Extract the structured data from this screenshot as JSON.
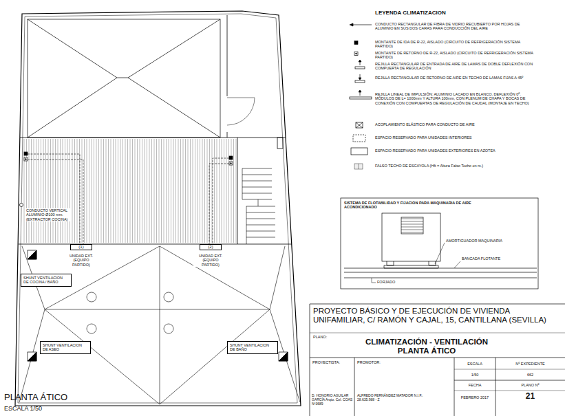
{
  "diagram": {
    "title": "PLANTA ÁTICO",
    "nodes": [
      {
        "text": [
          "(1)",
          "UNIDAD EXT. (EQUIPO PARTIDO)"
        ]
      },
      {
        "text": [
          "(2)",
          "UNIDAD EXT. (EQUIPO PARTIDO)"
        ]
      },
      {
        "text": [
          "SHUNT VENTILACION DE COCINA / BAÑO"
        ]
      },
      {
        "text": [
          "SHUNT VENTILACION DE ASEO"
        ]
      },
      {
        "text": [
          "SHUNT VENTILACION DE BAÑO"
        ]
      }
    ],
    "labels": [
      "CONDUCTO VERTICAL ALUMINIO Ø100 mm. (EXTRACTOR COCINA)",
      "LEYENDA CLIMATIZACION",
      "SISTEMA DE FLOTABILIDAD Y FIJACION PARA MAQUINARIA DE AIRE ACONDICIONADO",
      "AMORTIGUADOR MAQUINARIA",
      "BANCADA FLOTANTE",
      "FORJADO",
      "PROYECTO BÁSICO Y DE EJECUCIÓN DE VIVIENDA UNIFAMILIAR, C/ RAMÓN Y CAJAL, 15, CANTILLANA (SEVILLA)",
      "PLANO:",
      "CLIMATIZACIÓN - VENTILACIÓN PLANTA ÁTICO",
      "PROYECTISTA:",
      "PROMOTOR:",
      "ESCALA",
      "Nº EXPEDIENTE",
      "1/50",
      "662",
      "FECHA",
      "PLANO Nº",
      "FEBRERO 2017",
      "21",
      "D. HONORIO AGUILAR GARCÍA Arqto. Col. COAS Nº3689",
      "ALFREDO FERNÁNDEZ MATADOR N.I.F.: 28.635.988 - Z",
      "ESCALA 1/50"
    ],
    "legend": [
      {
        "text": "CONDUCTO RECTANGULAR DE FIBRA DE VIDRIO RECUBIERTO POR HOJAS DE ALUMINIO EN SUS DOS CARAS PARA CONDUCCIÓN DEL AIRE"
      },
      {
        "text": "MONTANTE DE IDA DE R-22, AISLADO (CIRCUITO DE REFRIGERACIÓN SISTEMA PARTIDO)"
      },
      {
        "text": "MONTANTE DE RETORNO DE R-22, AISLADO (CIRCUITO DE REFRIGERACIÓN SISTEMA PARTIDO)"
      },
      {
        "text": "REJILLA RECTANGULAR DE ENTRADA DE AIRE DE LAMAS DE DOBLE DEFLEXIÓN CON COMPUERTA DE REGULACIÓN"
      },
      {
        "text": "REJILLA RECTANGULAR DE RETORNO DE AIRE EN TECHO DE LAMAS FIJAS A 45º"
      },
      {
        "text": "REJILLA LINEAL DE IMPULSIÓN: ALUMINIO LACADO EN BLANCO, DEFLEXIÓN 0º. MÓDULOS DE L= 1000mm Y ALTURA 100mm, CON PLENUM DE CHAPA Y BOCAS DE CONEXIÓN CON COMPUERTAS DE REGULACIÓN DE CAUDAL (MONTAJE EN TECHO)"
      },
      {
        "text": "ACOPLAMIENTO ELÁSTICO PARA CONDUCTO DE AIRE"
      },
      {
        "text": "ESPACIO RESERVADO PARA UNIDADES INTERIORES"
      },
      {
        "text": "ESPACIO RESERVADO PARA UNIDADES EXTERIORES EN AZOTEA"
      },
      {
        "text": "FALSO TECHO DE ESCAYOLA (Hft = Altura Falso Techo en m.)"
      }
    ]
  }
}
